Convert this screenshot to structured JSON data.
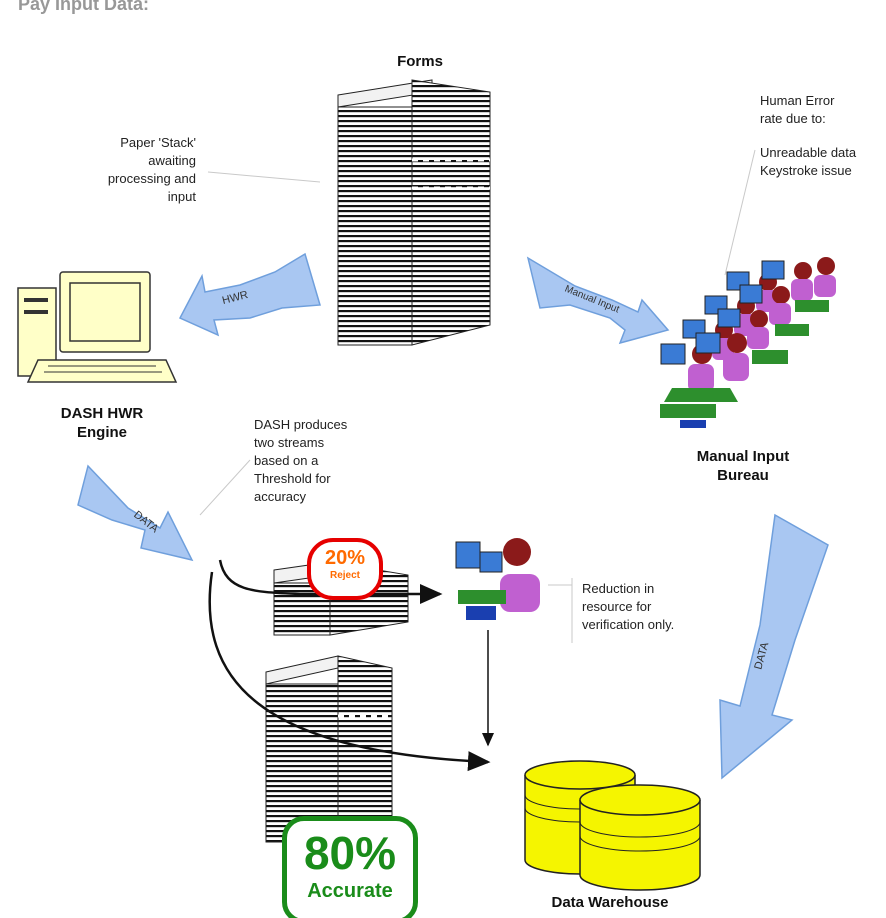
{
  "title": "Pay Input Data:",
  "forms_label": "Forms",
  "paper_stack_note": [
    "Paper 'Stack'",
    "awaiting",
    "processing and",
    "input"
  ],
  "human_error_note": [
    "Human Error",
    "rate due to:",
    "",
    "Unreadable data",
    "Keystroke issue"
  ],
  "hwr_arrow_label": "HWR",
  "manual_arrow_label": "Manual Input",
  "dash_engine_label": [
    "DASH HWR",
    "Engine"
  ],
  "manual_bureau_label": [
    "Manual Input",
    "Bureau"
  ],
  "dash_streams_note": [
    "DASH produces",
    "two streams",
    "based on a",
    "Threshold for",
    "accuracy"
  ],
  "data_arrow_left_label": "DATA",
  "data_arrow_right_label": "DATA",
  "reject_badge": {
    "percent": "20%",
    "label": "Reject"
  },
  "accurate_badge": {
    "percent": "80%",
    "label": "Accurate"
  },
  "reduction_note": [
    "Reduction in",
    "resource for",
    "verification only."
  ],
  "data_warehouse_label": "Data Warehouse",
  "colors": {
    "arrow_fill": "#a9c7f2",
    "arrow_stroke": "#6f9fdc",
    "cylinder": "#f5f500",
    "reject": "#e60000",
    "accurate": "#1a8c1a"
  }
}
